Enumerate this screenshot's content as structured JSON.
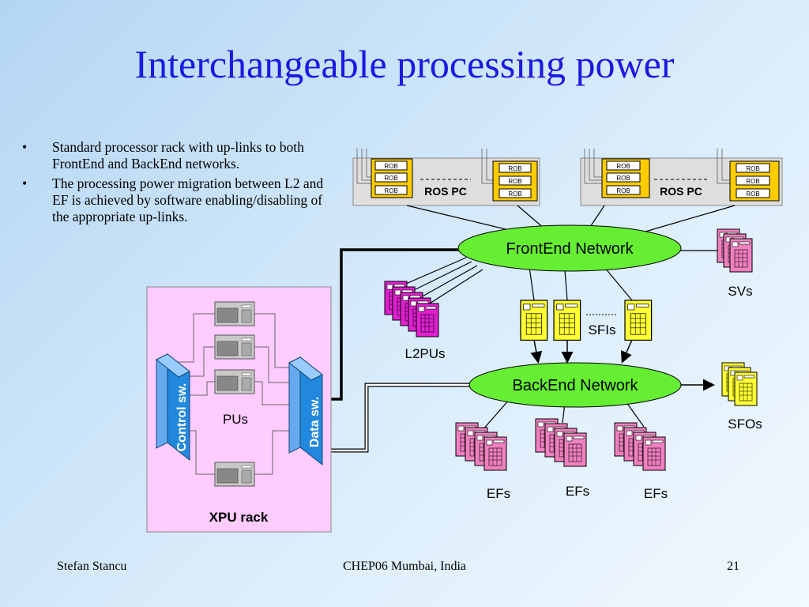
{
  "slide": {
    "title": "Interchangeable processing power",
    "bullets": [
      "Standard processor rack with up-links to both FrontEnd and BackEnd networks.",
      "The processing power migration between L2 and EF is achieved by software enabling/disabling of the appropriate up-links."
    ],
    "bullet_symbol": "•"
  },
  "diagram": {
    "ros_pc_label": "ROS PC",
    "rob_label": "ROB",
    "frontend_label": "FrontEnd Network",
    "backend_label": "BackEnd Network",
    "svs_label": "SVs",
    "sfis_label": "SFIs",
    "l2pus_label": "L2PUs",
    "sfos_label": "SFOs",
    "efs_labels": [
      "EFs",
      "EFs",
      "EFs"
    ],
    "pus_label": "PUs",
    "control_sw_label": "Control sw.",
    "data_sw_label": "Data sw.",
    "xpu_rack_label": "XPU rack",
    "colors": {
      "ellipse_green": "#66ee33",
      "rob_orange": "#ffcc00",
      "server_pink": "#f080c0",
      "server_magenta": "#e020d0",
      "server_yellow": "#ffff33",
      "rack_bg": "#ffccff",
      "switch_blue": "#2288dd"
    }
  },
  "footer": {
    "author": "Stefan Stancu",
    "event": "CHEP06 Mumbai, India",
    "page": "21"
  }
}
